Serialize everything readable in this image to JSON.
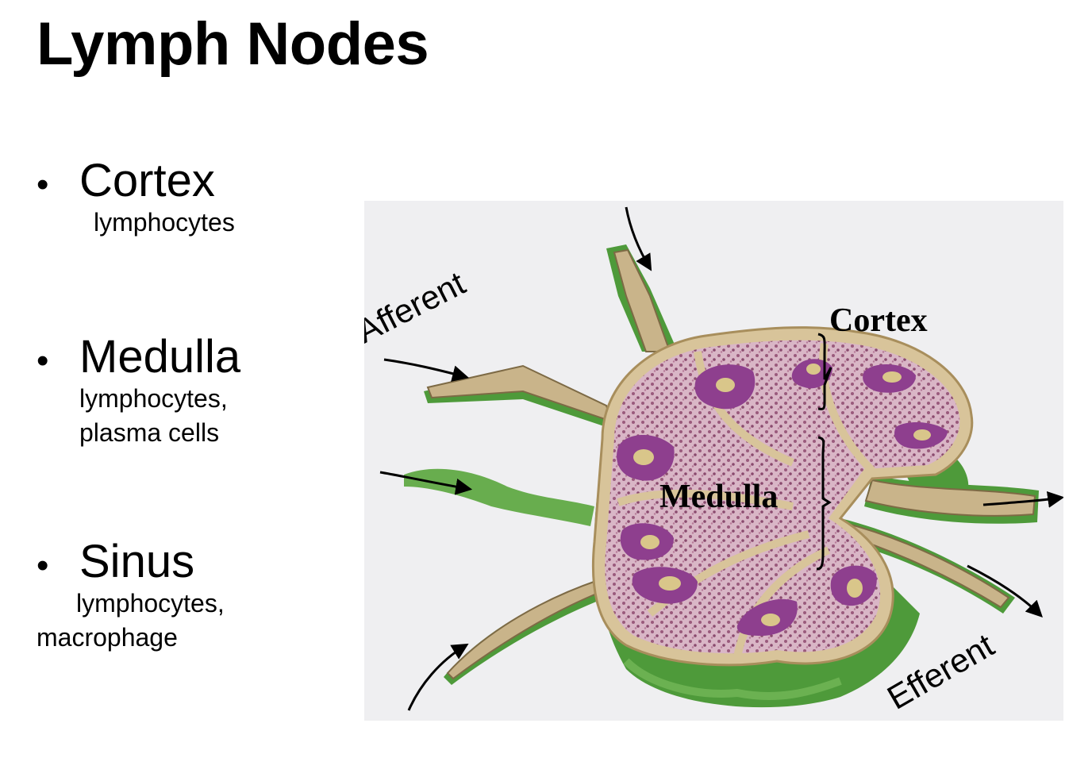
{
  "title": "Lymph Nodes",
  "bullets": [
    {
      "term": "Cortex",
      "desc_lines": [
        "lymphocytes"
      ]
    },
    {
      "term": "Medulla",
      "desc_lines": [
        "lymphocytes,",
        "plasma cells"
      ]
    },
    {
      "term": "Sinus",
      "desc_lines": [
        "lymphocytes,",
        "macrophage"
      ]
    }
  ],
  "bullet_symbol": "•",
  "figure": {
    "labels": {
      "afferent": "Afferent",
      "efferent": "Efferent",
      "cortex": "Cortex",
      "medulla": "Medulla"
    },
    "colors": {
      "background": "#efeff1",
      "capsule_green": "#4e9a3a",
      "vessel_tan": "#c9b48a",
      "tissue_pink": "#b07a98",
      "follicle_purple": "#8e3f8e"
    }
  }
}
